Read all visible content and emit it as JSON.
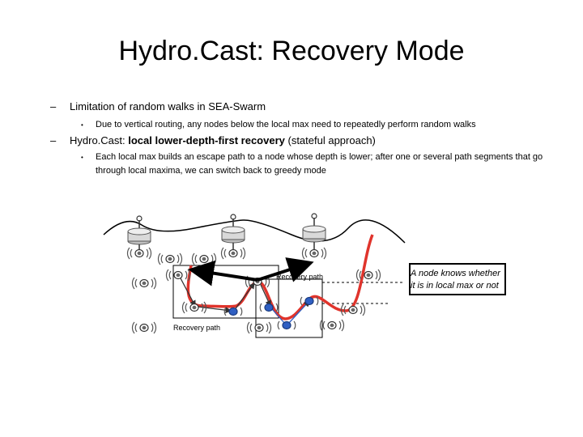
{
  "slide": {
    "title": "Hydro.Cast: Recovery Mode",
    "bullets": [
      {
        "dash": "–",
        "text": "Limitation of random walks in SEA-Swarm",
        "sub": [
          {
            "dot": "•",
            "text": "Due to vertical routing, any nodes below the local max need to repeatedly perform random walks"
          }
        ]
      },
      {
        "dash": "–",
        "text_prefix": "Hydro.Cast: ",
        "text_bold": "local lower-depth-first recovery",
        "text_suffix": " (stateful approach)",
        "sub": [
          {
            "dot": "•",
            "text": "Each local max builds an escape path to a node whose depth is lower; after one or several path segments that go through local maxima, we can switch back to greedy mode"
          }
        ]
      }
    ]
  },
  "diagram": {
    "recovery_path_label_right": "Recovery path",
    "recovery_path_label_left": "Recovery path",
    "note": "A node knows whether it is in local max or not",
    "colors": {
      "red_path": "#e0342c",
      "node_blue": "#2f5fc2",
      "node_gray": "#8a8a8a",
      "arrow": "#000000",
      "buoy": "#d9d9d9"
    },
    "icons": [
      "buoy-icon",
      "sensor-node-icon",
      "local-max-node-icon"
    ]
  }
}
